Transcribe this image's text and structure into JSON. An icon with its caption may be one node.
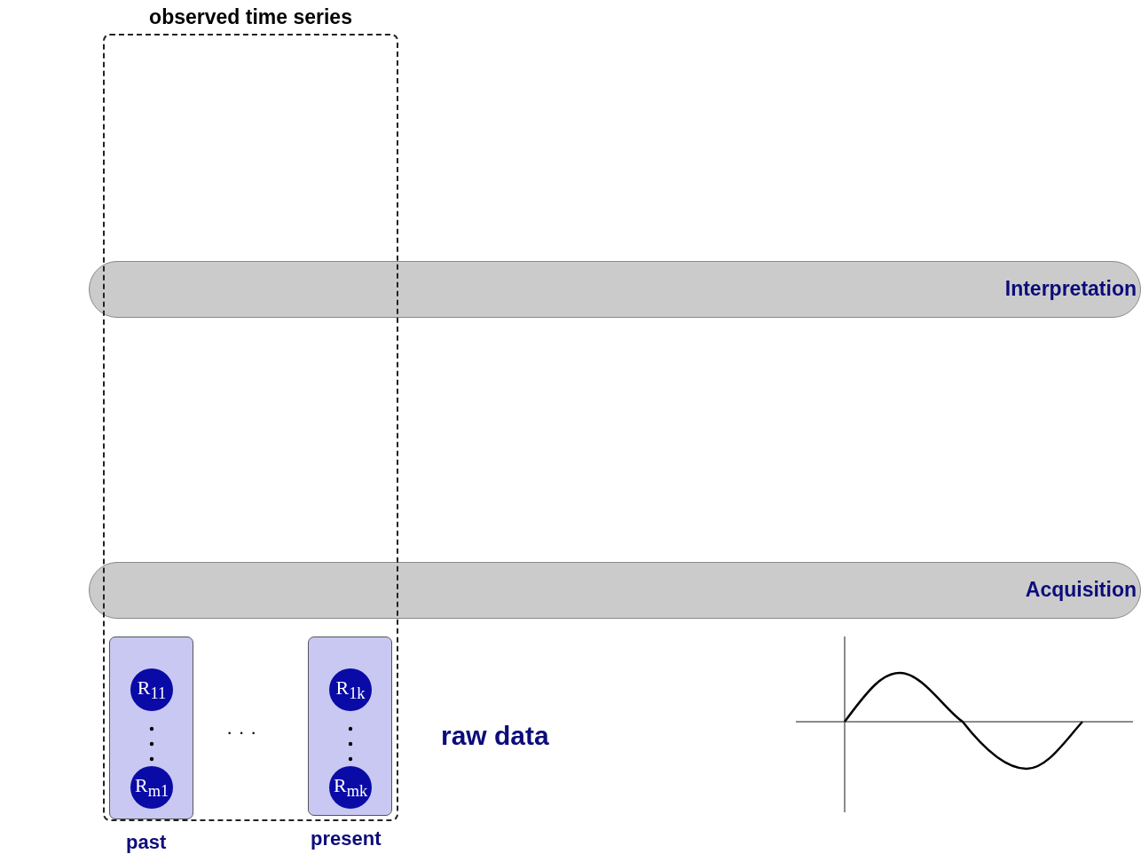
{
  "diagram": {
    "nodes": [
      {
        "text": [
          "observed time series"
        ]
      },
      {
        "text": [
          "Interpretation"
        ]
      },
      {
        "text": [
          "Acquisition"
        ]
      },
      {
        "text": [],
        "shape": "box",
        "in": 0,
        "beside": [
          "past"
        ]
      },
      {
        "text": [
          "R$_{11}$"
        ],
        "in": 3
      },
      {
        "text": [
          "R$_{m1}$"
        ],
        "in": 3
      },
      {
        "text": [],
        "shape": "box",
        "in": 0,
        "beside": [
          "present"
        ]
      },
      {
        "text": [
          "R$_{1k}$"
        ],
        "in": 6
      },
      {
        "text": [
          "R$_{mk}$"
        ],
        "in": 6
      }
    ],
    "edges": [],
    "labels": [
      "· · ·",
      "raw data"
    ]
  }
}
